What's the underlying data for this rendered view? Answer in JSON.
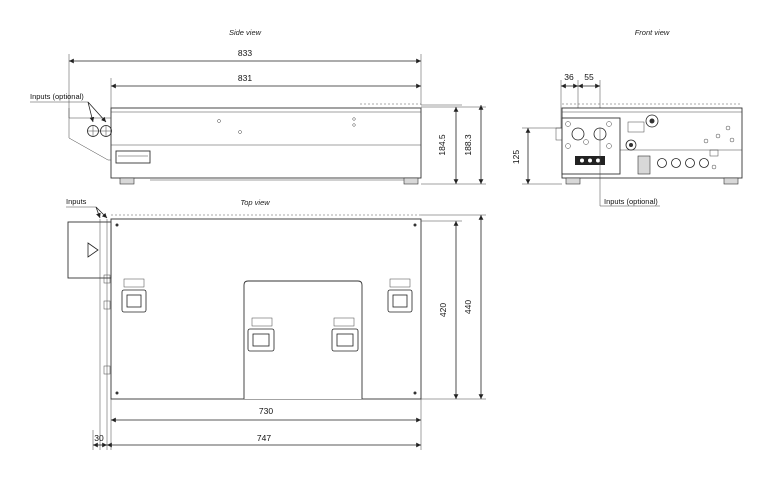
{
  "views": {
    "side": "Side view",
    "front": "Front view",
    "top": "Top view"
  },
  "dimensions": {
    "side_overall": "833",
    "side_body": "831",
    "side_height_a": "184.5",
    "side_height_b": "188.3",
    "front_a": "36",
    "front_b": "55",
    "front_height": "125",
    "top_depth_a": "420",
    "top_depth_b": "440",
    "top_width_a": "730",
    "top_width_b": "747",
    "top_offset": "30"
  },
  "labels": {
    "inputs_optional_side": "Inputs (optional)",
    "inputs_optional_front": "Inputs (optional)",
    "inputs_top": "Inputs"
  }
}
